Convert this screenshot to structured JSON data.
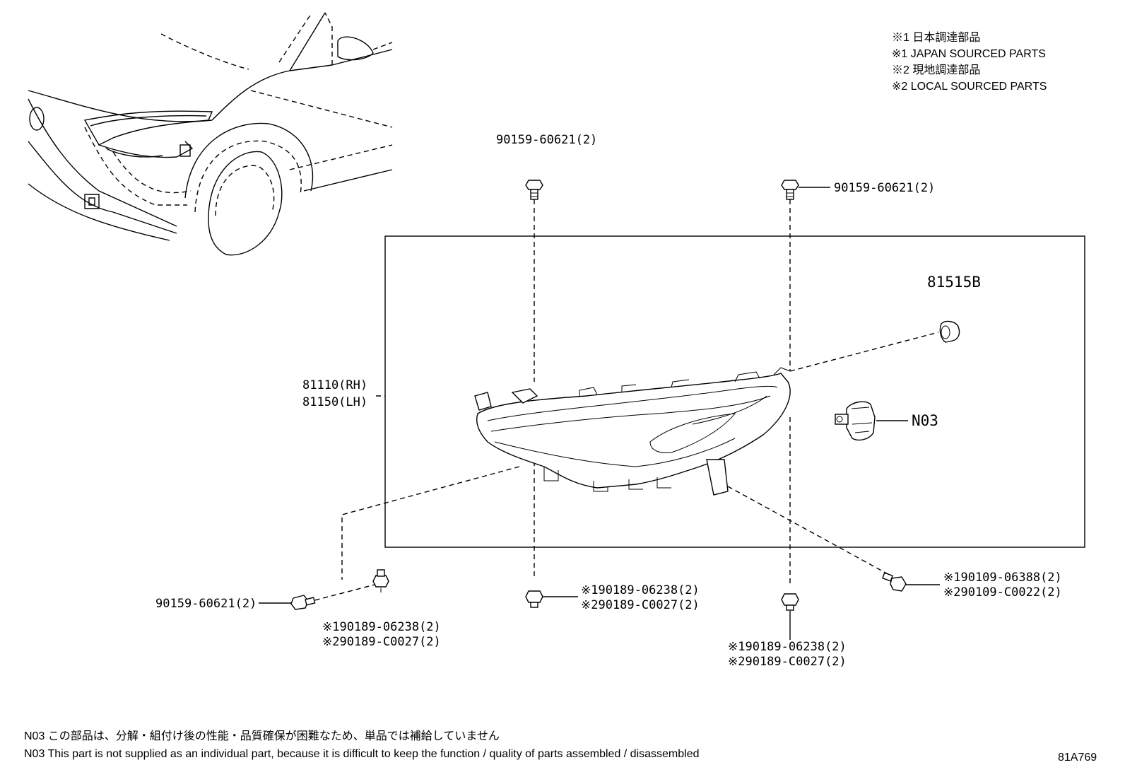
{
  "legend": [
    "※1 日本調達部品",
    "※1 JAPAN SOURCED PARTS",
    "※2 現地調達部品",
    "※2 LOCAL SOURCED PARTS"
  ],
  "callouts": {
    "bolt_top_left": "90159-60621(2)",
    "bolt_top_right": "90159-60621(2)",
    "bolt_left": "90159-60621(2)",
    "headlamp_rh": "81110(RH)",
    "headlamp_lh": "81150(LH)",
    "socket": "81515B",
    "motor": "N03",
    "nut_left_1": "※190189-06238(2)",
    "nut_left_2": "※290189-C0027(2)",
    "nut_center_1": "※190189-06238(2)",
    "nut_center_2": "※290189-C0027(2)",
    "nut_right_1": "※190189-06238(2)",
    "nut_right_2": "※290189-C0027(2)",
    "screw_right_1": "※190109-06388(2)",
    "screw_right_2": "※290109-C0022(2)"
  },
  "notes": [
    "N03 この部品は、分解・組付け後の性能・品質確保が困難なため、単品では補給していません",
    "N03 This part is not supplied as an individual part, because it is difficult to keep the function / quality of parts assembled / disassembled"
  ],
  "figure_code": "81A769"
}
